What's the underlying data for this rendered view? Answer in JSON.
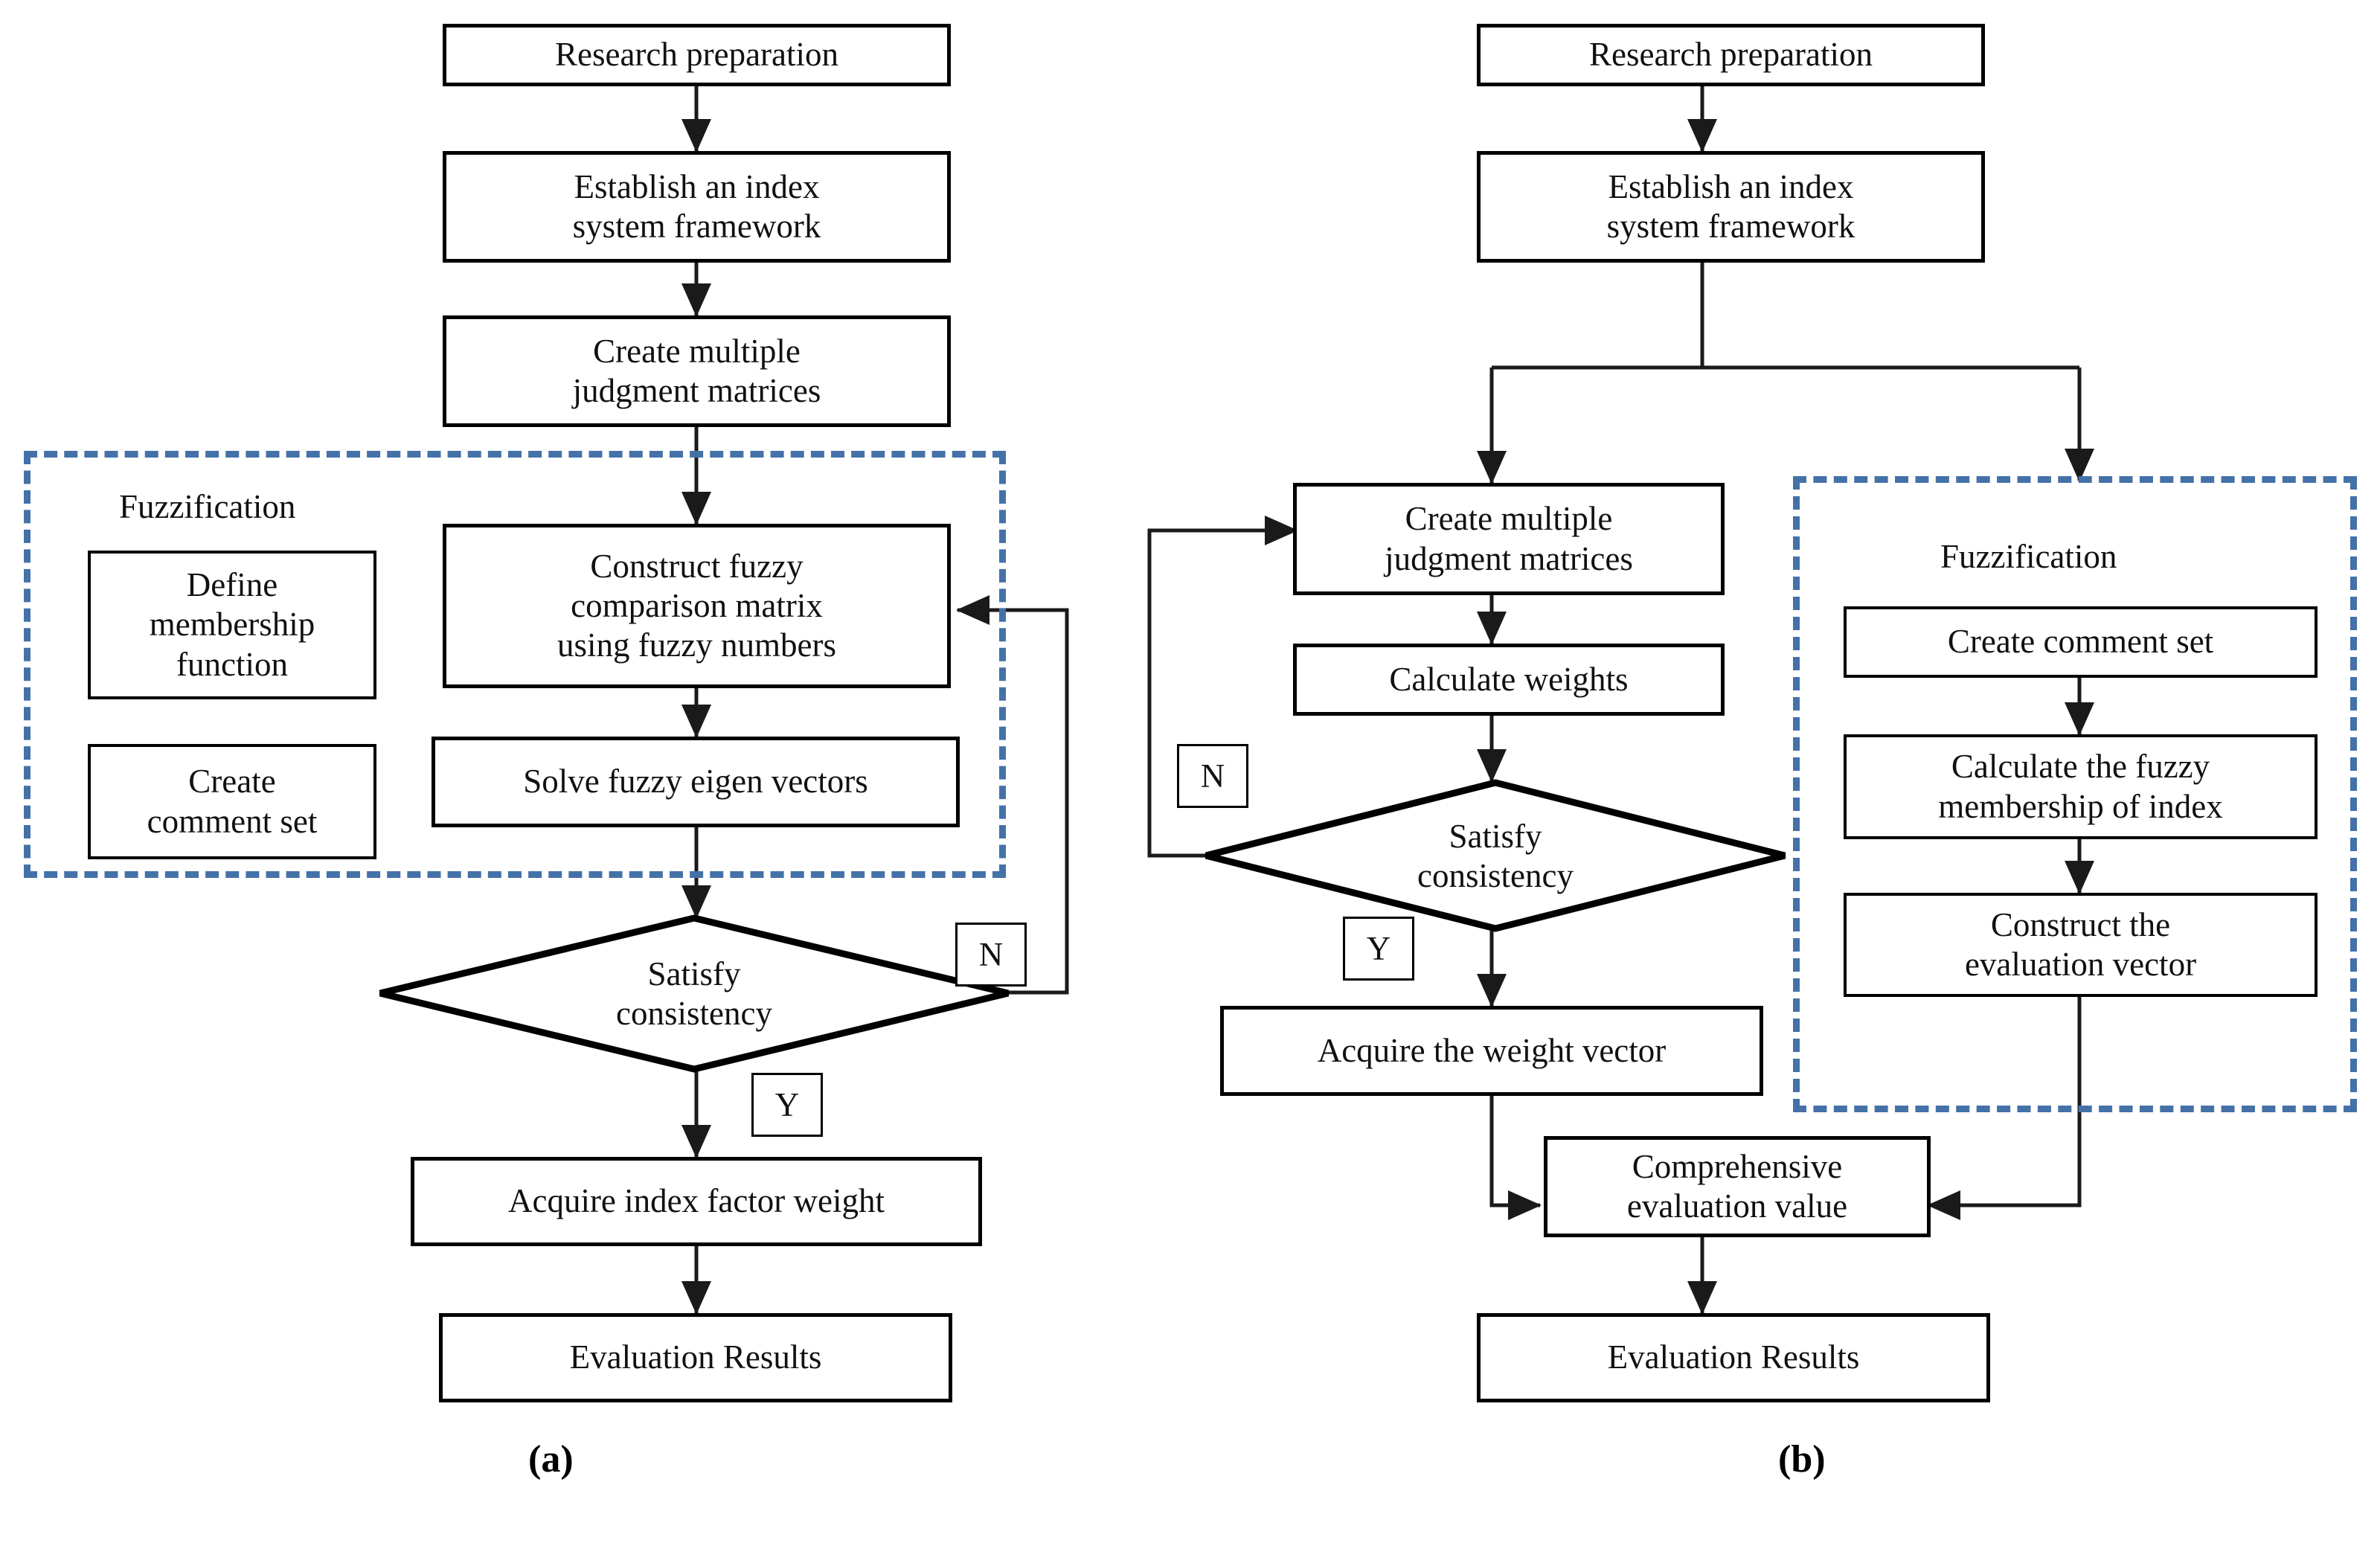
{
  "figure": {
    "type": "flowchart",
    "panels": [
      {
        "id": "a",
        "label": "(a)",
        "group_label": "Fuzzification",
        "nodes": [
          {
            "key": "a_research",
            "text": "Research preparation"
          },
          {
            "key": "a_establish",
            "text": "Establish an index\nsystem framework"
          },
          {
            "key": "a_create",
            "text": "Create multiple\njudgment matrices"
          },
          {
            "key": "a_define",
            "text": "Define\nmembership\nfunction"
          },
          {
            "key": "a_comment",
            "text": "Create\ncomment set"
          },
          {
            "key": "a_construct",
            "text": "Construct fuzzy\ncomparison matrix\nusing fuzzy numbers"
          },
          {
            "key": "a_solve",
            "text": "Solve fuzzy eigen vectors"
          },
          {
            "key": "a_decision",
            "text": "Satisfy\nconsistency",
            "shape": "diamond"
          },
          {
            "key": "a_acquire",
            "text": "Acquire index factor weight"
          },
          {
            "key": "a_results",
            "text": "Evaluation Results"
          }
        ],
        "branch_tags": [
          {
            "key": "a_tag_n",
            "text": "N"
          },
          {
            "key": "a_tag_y",
            "text": "Y"
          }
        ]
      },
      {
        "id": "b",
        "label": "(b)",
        "group_label": "Fuzzification",
        "nodes": [
          {
            "key": "b_research",
            "text": "Research preparation"
          },
          {
            "key": "b_establish",
            "text": "Establish an index\nsystem framework"
          },
          {
            "key": "b_create",
            "text": "Create multiple\njudgment matrices"
          },
          {
            "key": "b_calcw",
            "text": "Calculate weights"
          },
          {
            "key": "b_decision",
            "text": "Satisfy\nconsistency",
            "shape": "diamond"
          },
          {
            "key": "b_weightvec",
            "text": "Acquire the weight vector"
          },
          {
            "key": "b_comment",
            "text": "Create comment set"
          },
          {
            "key": "b_member",
            "text": "Calculate the fuzzy\nmembership of index"
          },
          {
            "key": "b_evalvec",
            "text": "Construct the\nevaluation vector"
          },
          {
            "key": "b_comp",
            "text": "Comprehensive\nevaluation value"
          },
          {
            "key": "b_results",
            "text": "Evaluation Results"
          }
        ],
        "branch_tags": [
          {
            "key": "b_tag_n",
            "text": "N"
          },
          {
            "key": "b_tag_y",
            "text": "Y"
          }
        ]
      }
    ],
    "colors": {
      "dashed_group_border": "#4471A8",
      "node_border": "#000000",
      "connector": "#1a1a1a",
      "text": "#111111",
      "background": "#ffffff"
    }
  }
}
